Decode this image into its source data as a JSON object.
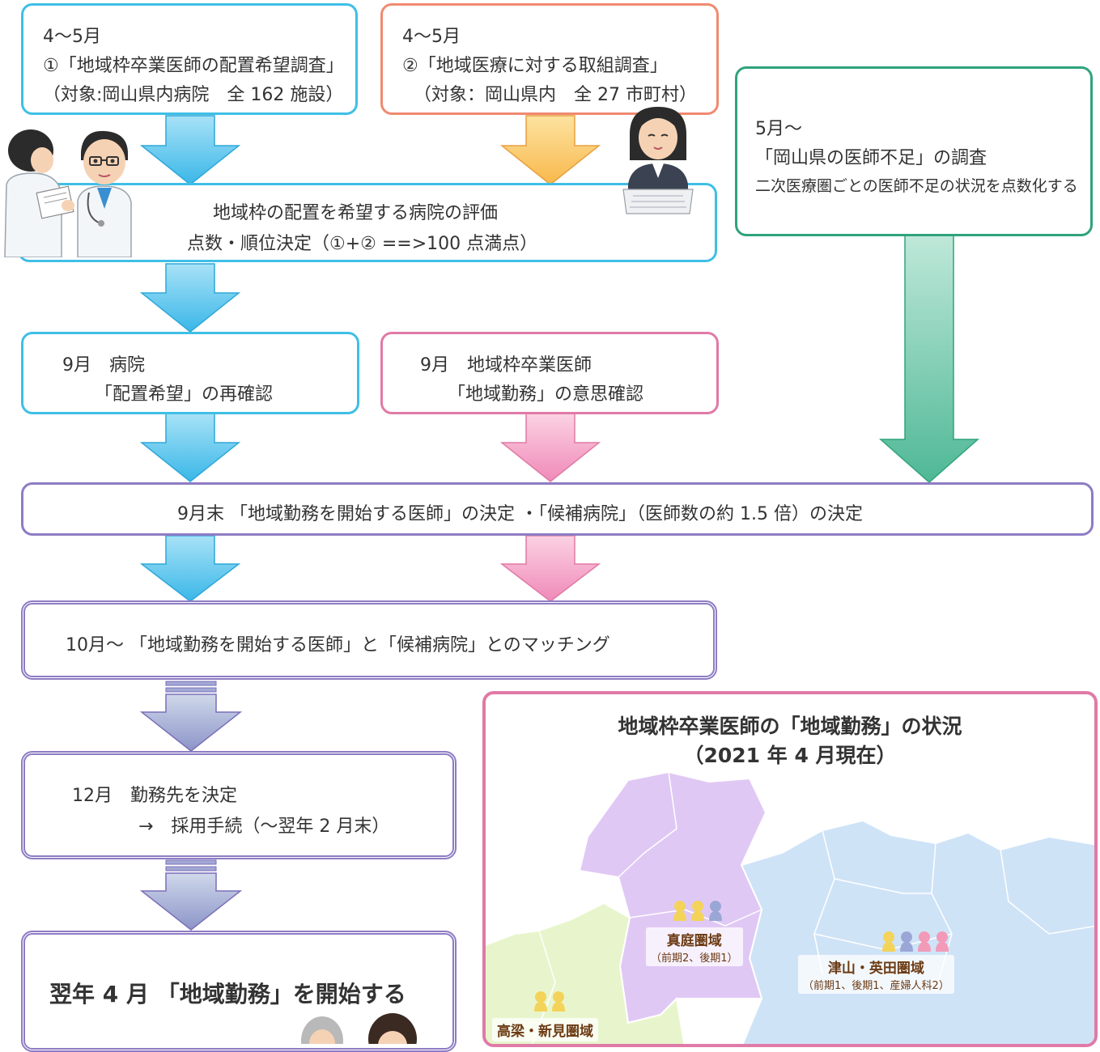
{
  "steps": {
    "survey1": {
      "period": "4～5月",
      "title": "①「地域枠卒業医師の配置希望調査」",
      "target": "（対象:岡山県内病院　全 162 施設）"
    },
    "survey2": {
      "period": "4～5月",
      "title": "②「地域医療に対する取組調査」",
      "target": "（対象：岡山県内　全 27 市町村）"
    },
    "shortage": {
      "period": "5月～",
      "title": "「岡山県の医師不足」の調査",
      "note": "二次医療圏ごとの医師不足の状況を点数化する"
    },
    "evaluation": {
      "line1": "地域枠の配置を希望する病院の評価",
      "line2": "点数・順位決定（①+② ==>100 点満点）"
    },
    "hospital_confirm": {
      "line1": "9月　病院",
      "line2": "「配置希望」の再確認"
    },
    "doctor_confirm": {
      "line1": "9月　地域枠卒業医師",
      "line2": "「地域勤務」の意思確認"
    },
    "decision": {
      "text": "9月末 「地域勤務を開始する医師」の決定 ・「候補病院」（医師数の約 1.5 倍）の決定"
    },
    "matching": {
      "text": "10月～ 「地域勤務を開始する医師」と「候補病院」とのマッチング"
    },
    "workplace": {
      "line1": "12月　勤務先を決定",
      "line2": "→　採用手続（～翌年 2 月末）"
    },
    "start": {
      "text": "翌年 4 月 「地域勤務」を開始する"
    }
  },
  "status_panel": {
    "title_line1": "地域枠卒業医師の「地域勤務」の状況",
    "title_line2": "（2021 年 4 月現在）",
    "regions": [
      {
        "name": "真庭圏域",
        "detail": "（前期2、後期1）"
      },
      {
        "name": "津山・英田圏域",
        "detail": "（前期1、後期1、産婦人科2）"
      },
      {
        "name": "高梁・新見圏域",
        "detail": ""
      }
    ]
  },
  "colors": {
    "blue": "#3fbfe6",
    "orange": "#f08a70",
    "green": "#2fa37b",
    "pink": "#e07aa6",
    "purple": "#8e7cc3",
    "region_maniwa": "#e0c8f5",
    "region_tsuyama": "#cfe3f7",
    "region_takahashi": "#e8f5cc"
  }
}
